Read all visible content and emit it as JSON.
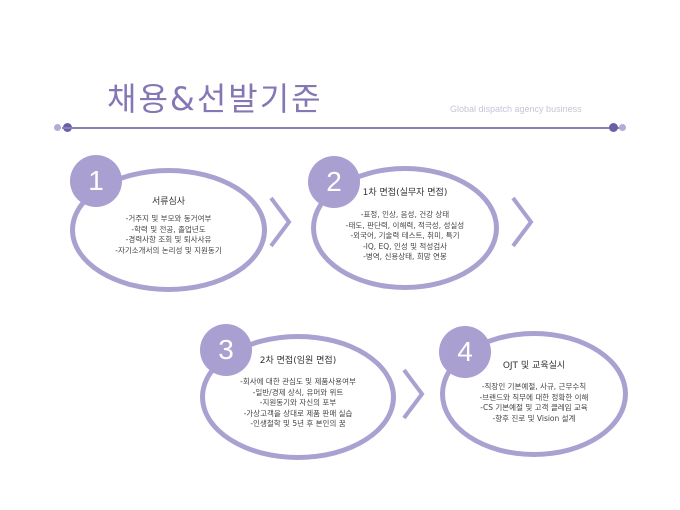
{
  "header": {
    "title": "채용&선발기준",
    "subtitle": "Global dispatch agency business"
  },
  "colors": {
    "accent": "#8a7fbb",
    "circle": "#a99fd1",
    "ring": "#aaa1d1"
  },
  "steps": [
    {
      "number": "1",
      "title": "서류심사",
      "items": [
        "-거주지 및 부모와 동거여부",
        "-학력 및 전공, 졸업년도",
        "-경력사항 조회 및 퇴사사유",
        "-자기소개서의 논리성 및 지원동기"
      ]
    },
    {
      "number": "2",
      "title": "1차 면접(실무자 면접)",
      "items": [
        "-표정, 인상, 음성, 건강 상태",
        "-태도, 판단력, 이해력, 적극성, 성실성",
        "-외국어, 기술력 테스트, 취미, 특기",
        "-IQ, EQ, 인성 및 적성검사",
        "-병역, 신용상태, 희망 연봉"
      ]
    },
    {
      "number": "3",
      "title": "2차 면접(임원 면접)",
      "items": [
        "-회사에 대한 관심도 및 제품사용여부",
        "-일반/경제 상식, 유머와 위트",
        "-지원동기와 자신의 포부",
        "-가상고객을 상대로 제품 판매 실습",
        "-인생철학 및 5년 후 본인의 꿈"
      ]
    },
    {
      "number": "4",
      "title": "OJT 및 교육실시",
      "items": [
        "-직장인 기본예절, 사규, 근무수칙",
        "-브랜드와 직무에 대한 정확한 이해",
        "-CS 기본예절 및 고객 클레임 교육",
        "-향후 진로 및 Vision 설계"
      ]
    }
  ]
}
